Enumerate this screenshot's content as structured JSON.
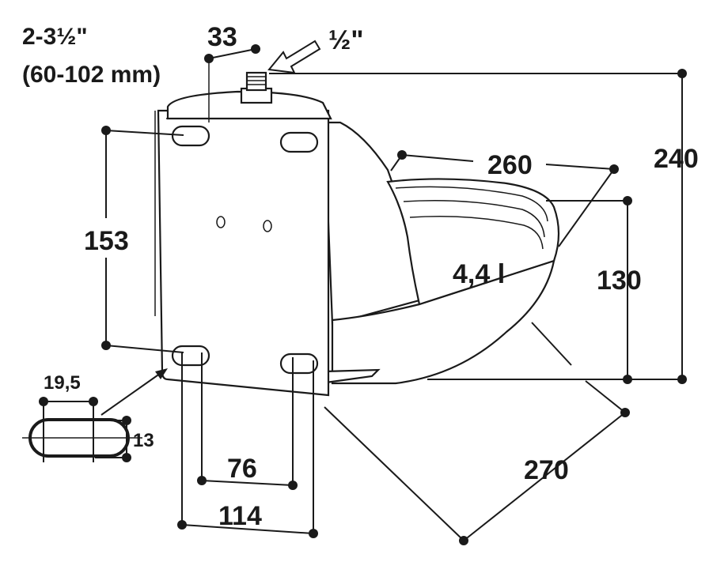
{
  "labels": {
    "pipe_range": "2-3½\"",
    "pipe_range_mm": "(60-102 mm)",
    "inlet_offset": "33",
    "inlet_size": "½\"",
    "total_height": "240",
    "bowl_width": "260",
    "bowl_height": "130",
    "volume": "4,4 l",
    "slot_spacing": "153",
    "slot_width": "19,5",
    "slot_height": "13",
    "hole_spacing_inner": "76",
    "plate_width": "114",
    "depth": "270"
  }
}
